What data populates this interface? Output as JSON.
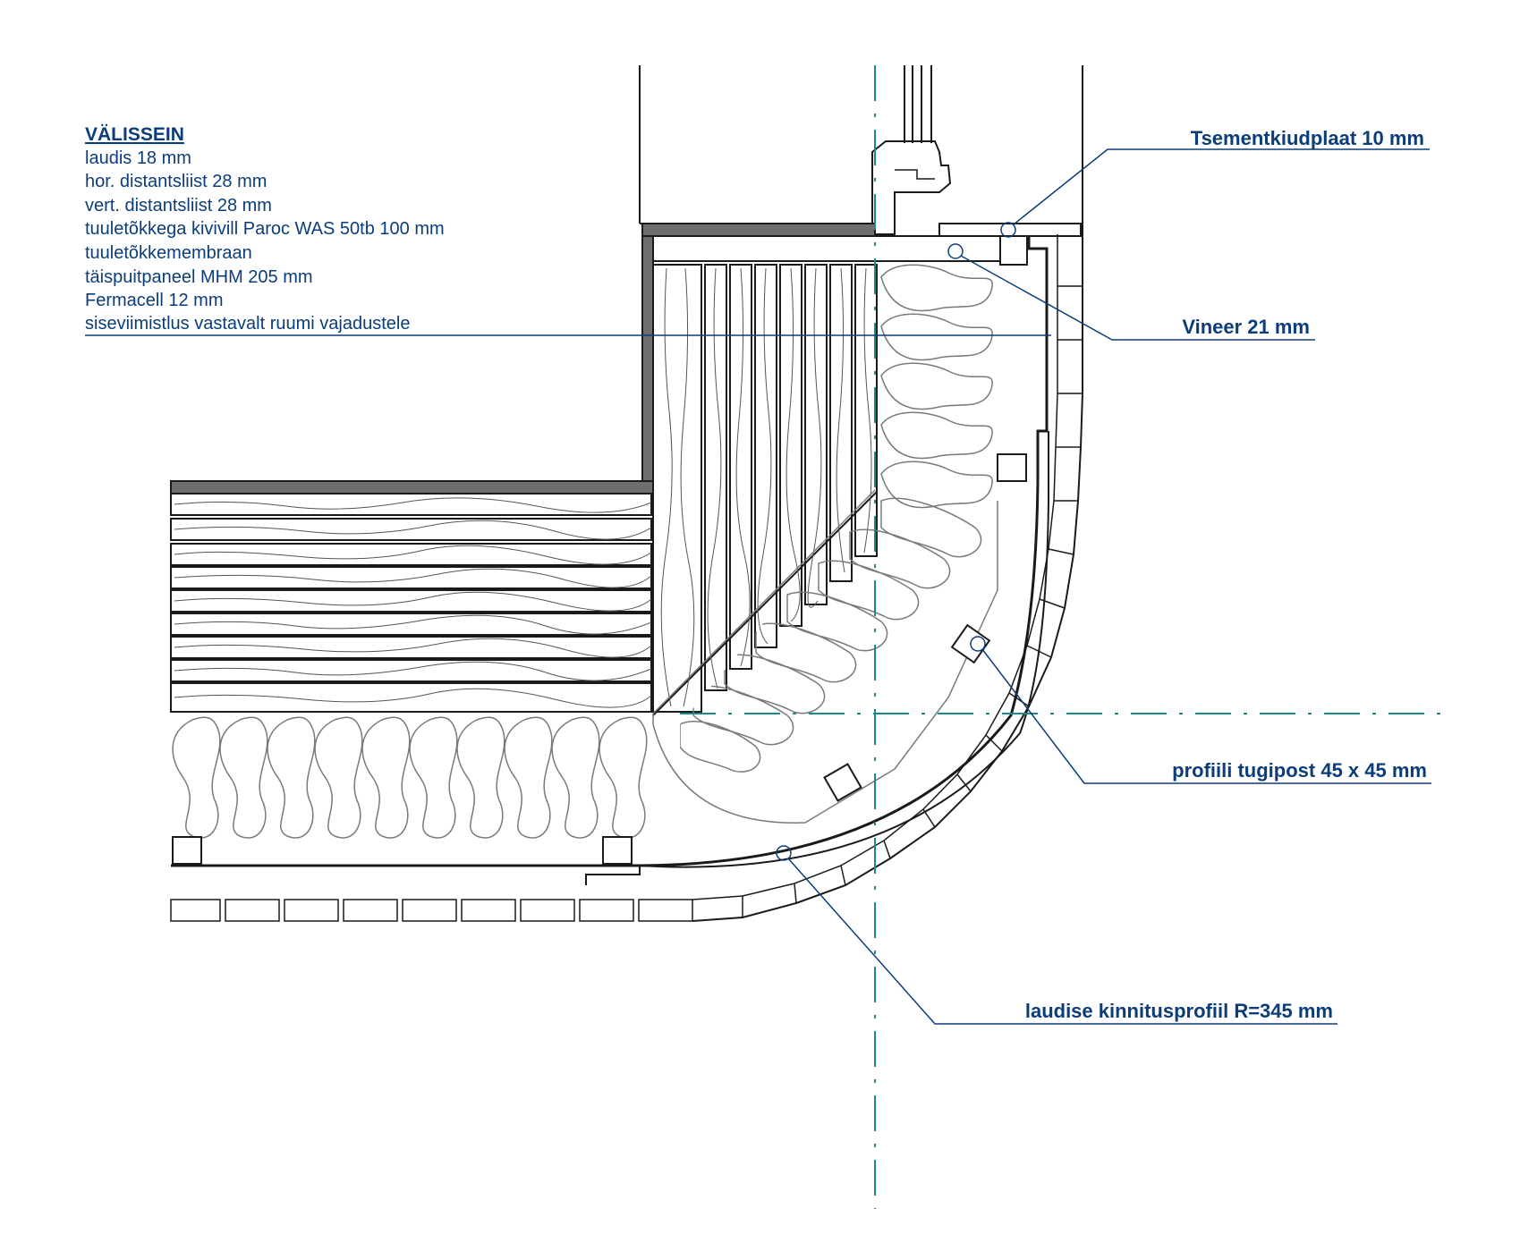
{
  "colors": {
    "line": "#1a1a1a",
    "accent": "#0b3d7a",
    "centerline": "#1a8a8a",
    "dark_strip": "#6e6e6e",
    "grain": "#555555",
    "insulation": "#7a7a7a"
  },
  "wall_layers": {
    "title": "VÄLISSEIN",
    "items": [
      "laudis 18 mm",
      "hor. distantsliist 28 mm",
      "vert. distantsliist 28 mm",
      "tuuletõkkega kivivill Paroc WAS 50tb 100 mm",
      "tuuletõkkemembraan",
      "täispuitpaneel MHM 205 mm",
      "Fermacell 12 mm",
      "siseviimistlus vastavalt ruumi vajadustele"
    ]
  },
  "callouts": {
    "cement_board": "Tsementkiudplaat 10 mm",
    "plywood": "Vineer 21 mm",
    "support_post": "profiili tugipost 45 x 45 mm",
    "cladding_profile": "laudise kinnitusprofiil R=345 mm"
  }
}
